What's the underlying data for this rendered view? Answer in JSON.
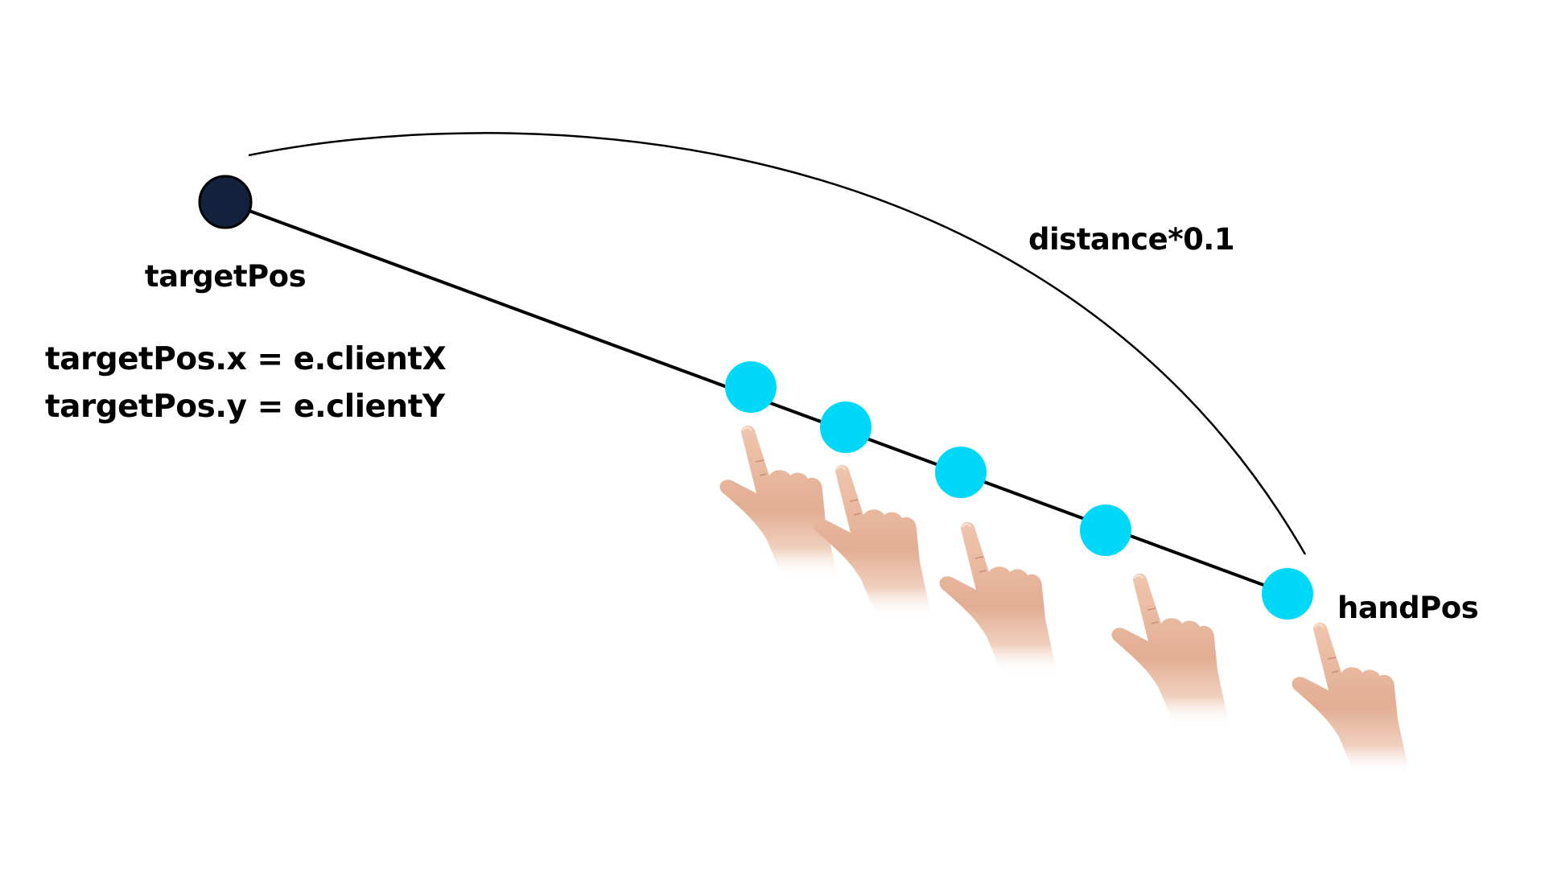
{
  "labels": {
    "target": "targetPos",
    "target_x": "targetPos.x = e.clientX",
    "target_y": "targetPos.y = e.clientY",
    "distance": "distance*0.1",
    "hand": "handPos"
  },
  "colors": {
    "target_dot": "#14213d",
    "trail_dots": "#00d8fa",
    "line": "#000000",
    "skin": "#e9b9a0"
  },
  "icons": {
    "target": "dark-circle",
    "trail": "cyan-circle",
    "hand": "pointing-hand-icon"
  }
}
